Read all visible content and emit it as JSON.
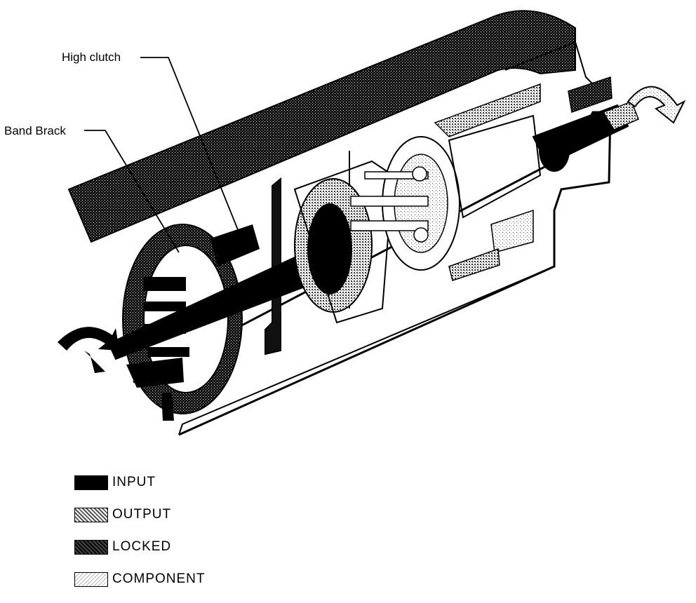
{
  "callouts": {
    "high_clutch": "High clutch",
    "band_brake": "Band Brack"
  },
  "legend": [
    {
      "label": "INPUT",
      "pattern": "solid-black"
    },
    {
      "label": "OUTPUT",
      "pattern": "light-stipple"
    },
    {
      "label": "LOCKED",
      "pattern": "dark-stipple"
    },
    {
      "label": "COMPONENT",
      "pattern": "sparse-dots"
    }
  ],
  "colors": {
    "ink": "#000000",
    "paper": "#ffffff",
    "output_stipple": "#8a8a8a",
    "locked_stipple": "#2a2a2a"
  },
  "icons": [
    "input-rotation-arrow-icon",
    "output-rotation-arrow-icon"
  ]
}
